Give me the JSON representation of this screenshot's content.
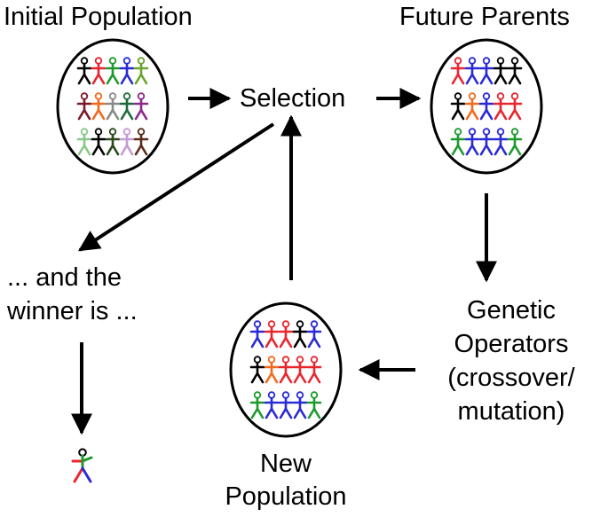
{
  "labels": {
    "initial_population": "Initial Population",
    "future_parents": "Future Parents",
    "selection": "Selection",
    "winner_line1": "...  and the",
    "winner_line2": "winner is ...",
    "genetic_line1": "Genetic",
    "genetic_line2": "Operators",
    "genetic_line3": "(crossover/",
    "genetic_line4": "mutation)",
    "new_line1": "New",
    "new_line2": "Population"
  },
  "populations": {
    "initial": [
      [
        "#000000",
        "#e8262f",
        "#1d9a2e",
        "#2a2ad6",
        "#6aa52c"
      ],
      [
        "#7a1a2a",
        "#f26a1e",
        "#8a8a8a",
        "#1e6b3a",
        "#8a2a8a"
      ],
      [
        "#8ac88a",
        "#000000",
        "#2a4a1a",
        "#c49ad6",
        "#5a2a1a"
      ]
    ],
    "future": [
      [
        "#e8262f",
        "#2a2ad6",
        "#2a2ad6",
        "#000000",
        "#000000"
      ],
      [
        "#000000",
        "#f26a1e",
        "#2a2ad6",
        "#e8262f",
        "#e8262f"
      ],
      [
        "#1d9a2e",
        "#2a2ad6",
        "#2a2ad6",
        "#2a2ad6",
        "#1d9a2e"
      ]
    ],
    "new": [
      [
        "#2a2ad6",
        "#e8262f",
        "#e8262f",
        "#000000",
        "#2a2ad6"
      ],
      [
        "#000000",
        "#f26a1e",
        "#e8262f",
        "#e8262f",
        "#e8262f"
      ],
      [
        "#1d9a2e",
        "#2a2ad6",
        "#2a2ad6",
        "#2a2ad6",
        "#1d9a2e"
      ]
    ],
    "winner": [
      "#1d9a2e",
      "#e8262f",
      "#2a2ad6"
    ]
  }
}
